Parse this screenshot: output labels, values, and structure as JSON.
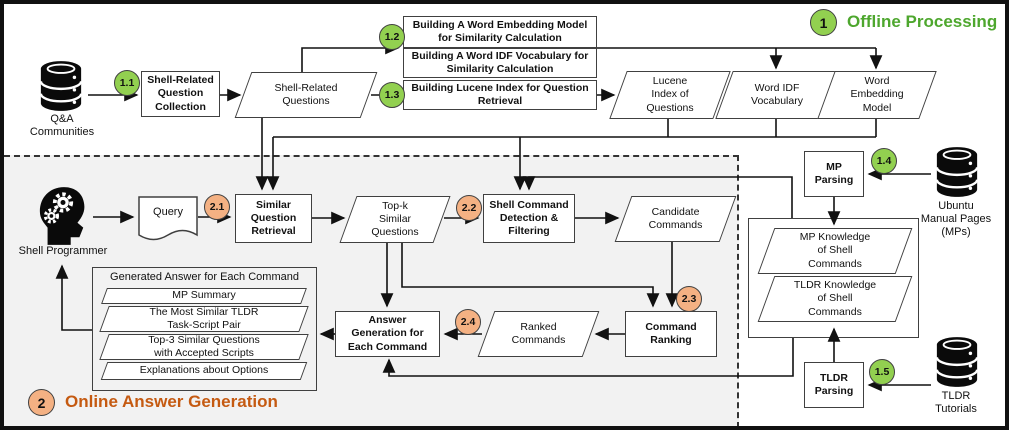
{
  "colors": {
    "badge_green": "#92D050",
    "badge_orange": "#F4B183",
    "green_title": "#4EA72E",
    "orange_title": "#C55A11",
    "region_bg": "#F2F2F2",
    "shape_border": "#404040"
  },
  "offline": {
    "marker": "1",
    "title": "Offline Processing",
    "badges": {
      "b11": "1.1",
      "b12": "1.2",
      "b13": "1.3",
      "b14": "1.4",
      "b15": "1.5"
    },
    "qa_db_label": "Q&A\nCommunities",
    "collection_box": "Shell-Related\nQuestion\nCollection",
    "questions_para": "Shell-Related\nQuestions",
    "embedding_box": "Building A Word Embedding Model\nfor Similarity Calculation",
    "idf_box": "Building A Word IDF Vocabulary for\nSimilarity Calculation",
    "lucene_box": "Building Lucene Index for Question\nRetrieval",
    "lucene_para": "Lucene\nIndex of\nQuestions",
    "idf_para": "Word IDF\nVocabulary",
    "embedding_para": "Word\nEmbedding\nModel",
    "mp_parsing_box": "MP\nParsing",
    "ubuntu_db_label": "Ubuntu\nManual Pages\n(MPs)",
    "mp_knowledge_para": "MP Knowledge\nof Shell\nCommands",
    "tldr_knowledge_para": "TLDR Knowledge\nof Shell\nCommands",
    "tldr_parsing_box": "TLDR\nParsing",
    "tldr_db_label": "TLDR\nTutorials"
  },
  "online": {
    "marker": "2",
    "title": "Online Answer Generation",
    "badges": {
      "b21": "2.1",
      "b22": "2.2",
      "b23": "2.3",
      "b24": "2.4"
    },
    "programmer_label": "Shell Programmer",
    "query_doc": "Query",
    "retrieval_box": "Similar\nQuestion\nRetrieval",
    "topk_para": "Top-k\nSimilar\nQuestions",
    "detection_box": "Shell Command\nDetection &\nFiltering",
    "candidate_para": "Candidate\nCommands",
    "ranking_box": "Command\nRanking",
    "ranked_para": "Ranked\nCommands",
    "answer_box": "Answer\nGeneration for\nEach Command",
    "generated_answer": {
      "title": "Generated Answer for Each Command",
      "items": [
        "MP Summary",
        "The Most Similar TLDR\nTask-Script Pair",
        "Top-3 Similar Questions\nwith Accepted Scripts",
        "Explanations about Options"
      ]
    }
  }
}
